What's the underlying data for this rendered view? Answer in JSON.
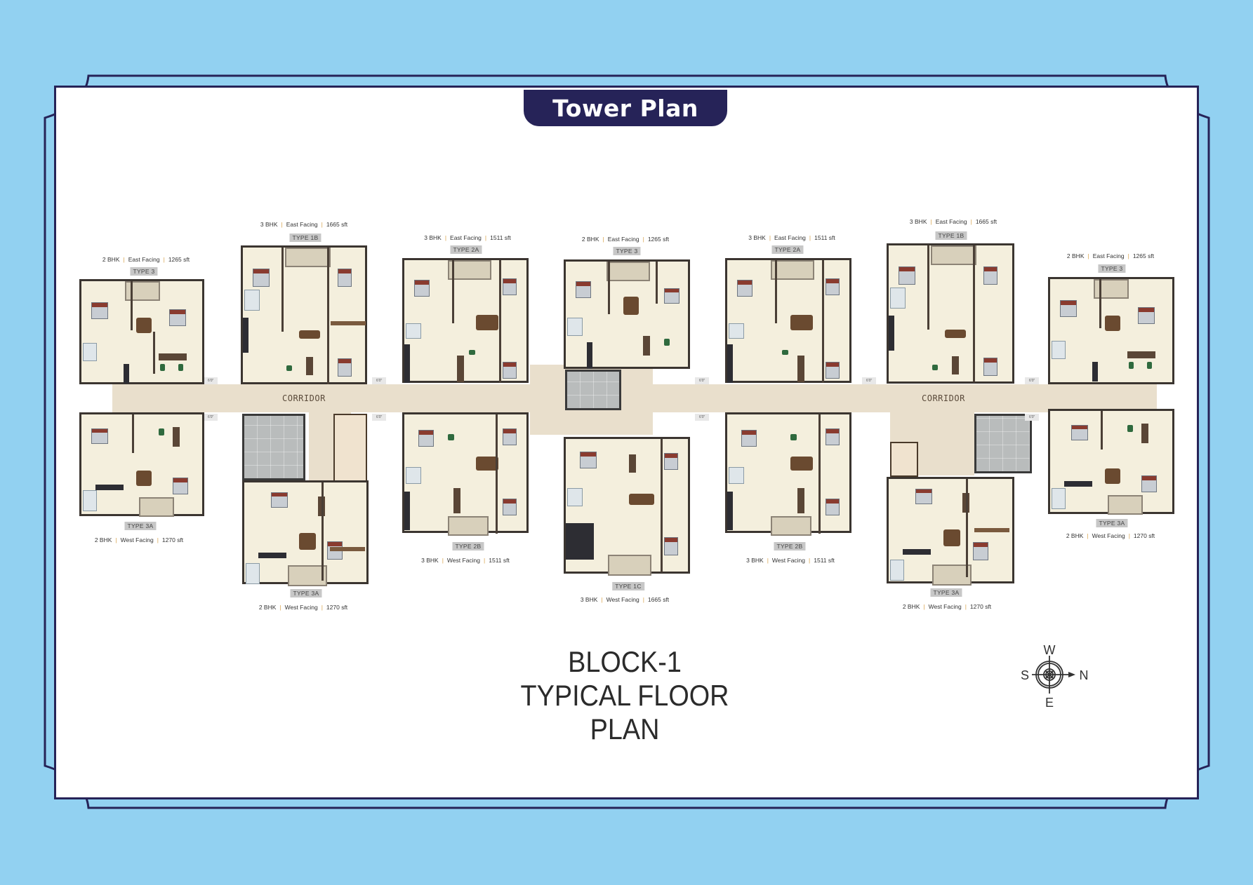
{
  "header": {
    "title": "Tower Plan"
  },
  "drawing": {
    "block_title_line1": "BLOCK-1",
    "block_title_line2": "TYPICAL FLOOR PLAN",
    "corridor_labels": [
      "CORRIDOR",
      "CORRIDOR"
    ],
    "compass": {
      "top": "W",
      "left": "S",
      "right": "N",
      "bottom": "E"
    }
  },
  "units": [
    {
      "id": "u1",
      "bhk": "2 BHK",
      "facing": "East Facing",
      "area": "1265 sft",
      "type": "TYPE 3"
    },
    {
      "id": "u2",
      "bhk": "3 BHK",
      "facing": "East Facing",
      "area": "1665 sft",
      "type": "TYPE 1B"
    },
    {
      "id": "u3",
      "bhk": "3 BHK",
      "facing": "East Facing",
      "area": "1511 sft",
      "type": "TYPE 2A"
    },
    {
      "id": "u4",
      "bhk": "2 BHK",
      "facing": "East Facing",
      "area": "1265 sft",
      "type": "TYPE 3"
    },
    {
      "id": "u5",
      "bhk": "3 BHK",
      "facing": "East Facing",
      "area": "1511 sft",
      "type": "TYPE 2A"
    },
    {
      "id": "u6",
      "bhk": "3 BHK",
      "facing": "East Facing",
      "area": "1665 sft",
      "type": "TYPE 1B"
    },
    {
      "id": "u7",
      "bhk": "2 BHK",
      "facing": "East Facing",
      "area": "1265 sft",
      "type": "TYPE 3"
    },
    {
      "id": "u8",
      "bhk": "2 BHK",
      "facing": "West Facing",
      "area": "1270 sft",
      "type": "TYPE 3A"
    },
    {
      "id": "u9",
      "bhk": "2 BHK",
      "facing": "West Facing",
      "area": "1270 sft",
      "type": "TYPE 3A"
    },
    {
      "id": "u10",
      "bhk": "3 BHK",
      "facing": "West Facing",
      "area": "1511 sft",
      "type": "TYPE 2B"
    },
    {
      "id": "u11",
      "bhk": "3 BHK",
      "facing": "West Facing",
      "area": "1665 sft",
      "type": "TYPE 1C"
    },
    {
      "id": "u12",
      "bhk": "3 BHK",
      "facing": "West Facing",
      "area": "1511 sft",
      "type": "TYPE 2B"
    },
    {
      "id": "u13",
      "bhk": "2 BHK",
      "facing": "West Facing",
      "area": "1270 sft",
      "type": "TYPE 3A"
    },
    {
      "id": "u14",
      "bhk": "2 BHK",
      "facing": "West Facing",
      "area": "1270 sft",
      "type": "TYPE 3A"
    }
  ],
  "colors": {
    "background": "#92d1f1",
    "frame": "#262358",
    "sheet": "#ffffff",
    "corridor": "#e9dfcc",
    "unit_floor": "#f4efdd",
    "caption_separator": "#d8a24a"
  }
}
